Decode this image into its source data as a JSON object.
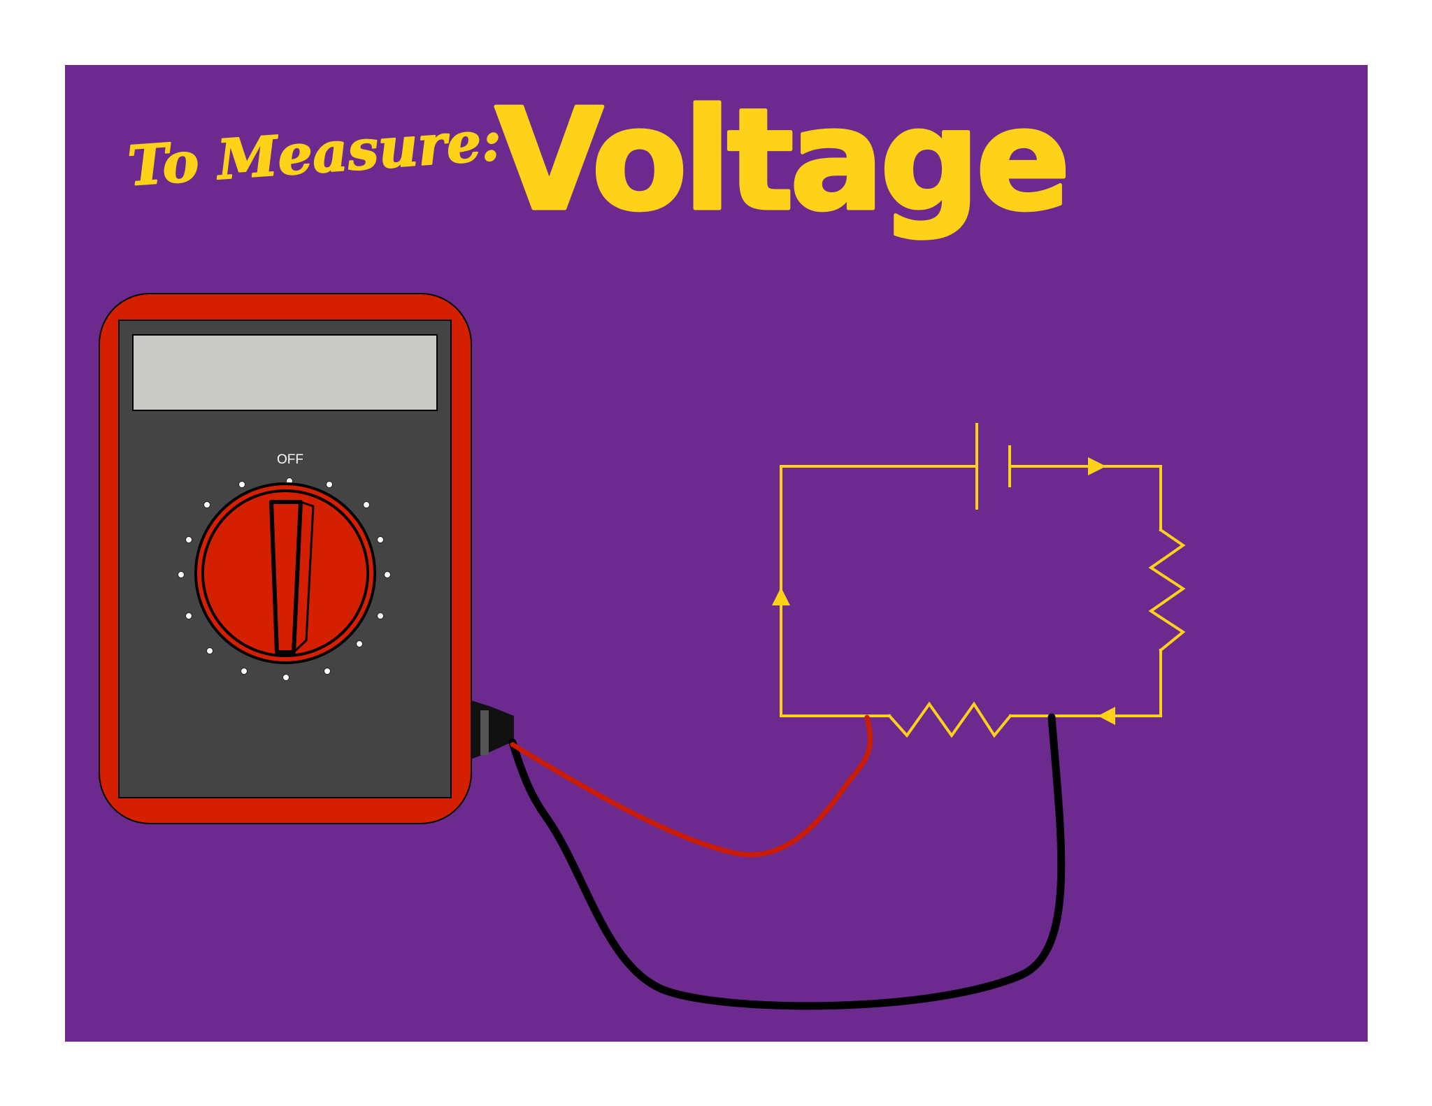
{
  "title": {
    "prefix": "To Measure:",
    "main": "Voltage"
  },
  "multimeter": {
    "dial_off_label": "OFF"
  },
  "colors": {
    "background_panel": "#6c2a8e",
    "title_yellow": "#ffd21a",
    "meter_case_red": "#d42000",
    "meter_face": "#444444",
    "display_gray": "#c9cac7",
    "circuit_wire": "#ffd21a",
    "red_probe_lead": "#cc1c00",
    "black_probe_lead": "#000000"
  },
  "icons": {
    "battery": "battery-cell-icon",
    "resistor": "resistor-icon",
    "current_arrow": "arrow-icon"
  }
}
